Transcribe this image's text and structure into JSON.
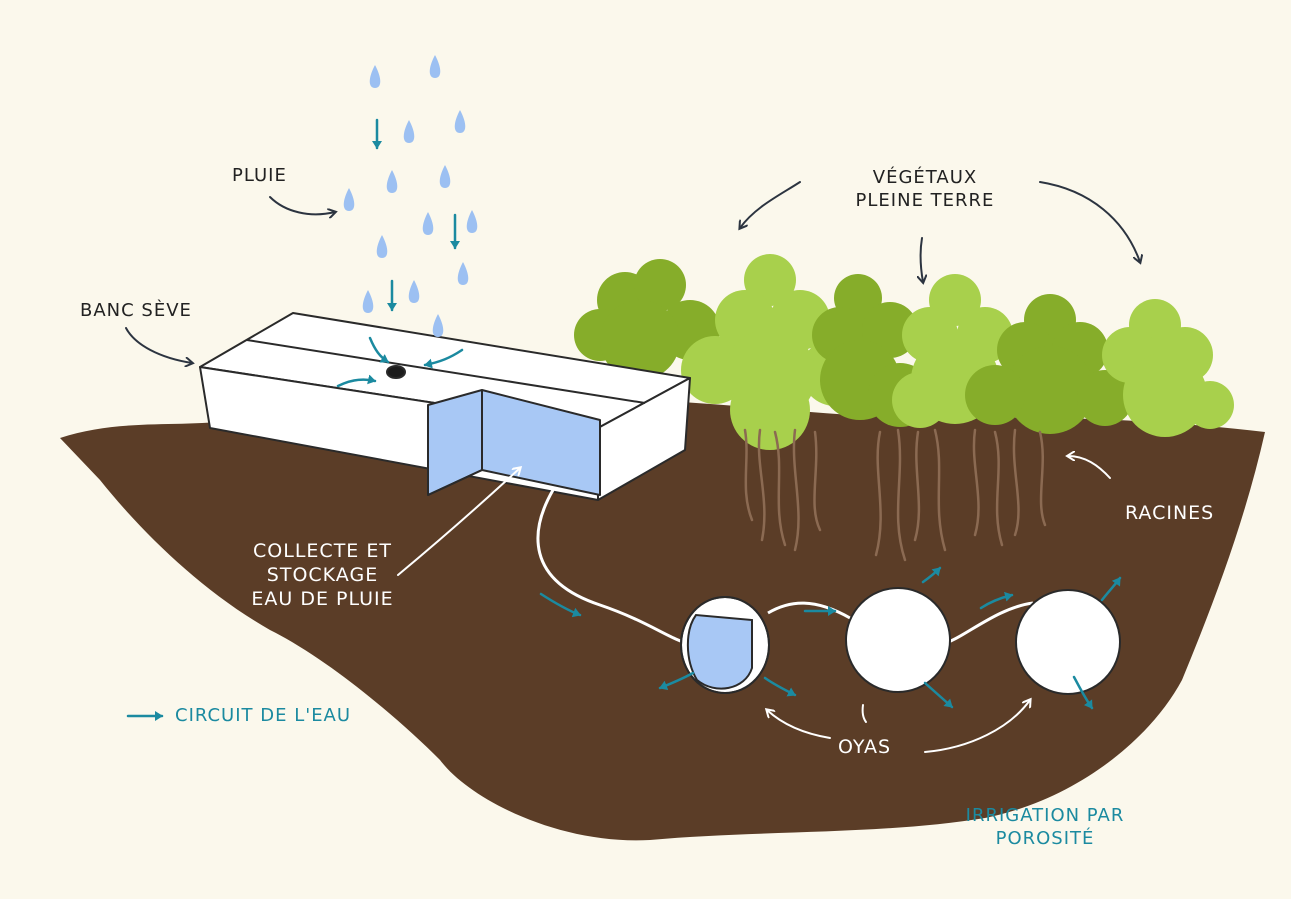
{
  "labels": {
    "rain": "PLUIE",
    "bench": "BANC SÈVE",
    "plants_line1": "VÉGÉTAUX",
    "plants_line2": "PLEINE TERRE",
    "roots": "RACINES",
    "storage_line1": "COLLECTE ET",
    "storage_line2": "STOCKAGE",
    "storage_line3": "EAU DE PLUIE",
    "oyas": "OYAS",
    "legend": "CIRCUIT DE L'EAU",
    "irrigation_line1": "IRRIGATION PAR",
    "irrigation_line2": "POROSITÉ"
  },
  "colors": {
    "background": "#fbf8ec",
    "soil": "#5b3d27",
    "water": "#a8c8f5",
    "flow_arrow": "#1b8aa0",
    "foliage_dark": "#86ad2a",
    "foliage_light": "#a8d04c",
    "bench": "#ffffff",
    "outline": "#2a2a2a",
    "root": "#8b6a52"
  },
  "icons": [
    "raindrop-icon",
    "flow-arrow-icon",
    "leader-arrow-icon"
  ]
}
